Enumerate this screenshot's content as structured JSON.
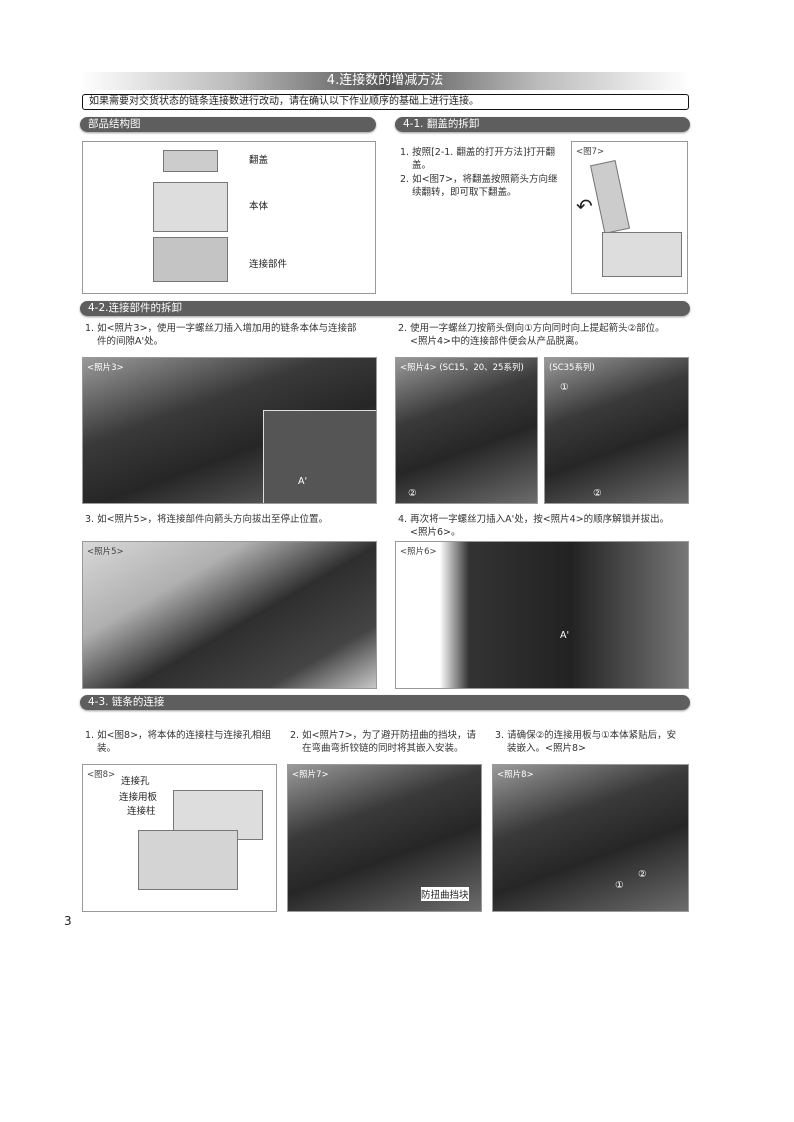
{
  "title": "4.连接数的增减方法",
  "intro": "如果需要对交货状态的链条连接数进行改动，请在确认以下作业顺序的基础上进行连接。",
  "parts": {
    "header": "部品结构图",
    "labels": [
      "翻盖",
      "本体",
      "连接部件"
    ]
  },
  "s41": {
    "header": "4-1. 翻盖的拆卸",
    "steps": [
      {
        "a": "1. 按照[2-1. 翻盖的打开方法]打开翻",
        "b": "盖。"
      },
      {
        "a": "2. 如<图7>，将翻盖按照箭头方向继",
        "b": "续翻转，即可取下翻盖。"
      }
    ],
    "fig_caption": "<图7>"
  },
  "s42": {
    "header": "4-2.连接部件的拆卸",
    "steps": [
      {
        "a": "1. 如<照片3>，使用一字螺丝刀插入增加用的链条本体与连接部",
        "b": "件的间隙A'处。"
      },
      {
        "a": "2. 使用一字螺丝刀按箭头倒向①方向同时向上提起箭头②部位。",
        "b": "<照片4>中的连接部件便会从产品脱离。"
      },
      {
        "a": "3. 如<照片5>，将连接部件向箭头方向拔出至停止位置。",
        "b": ""
      },
      {
        "a": "4. 再次将一字螺丝刀插入A'处，按<照片4>的顺序解锁并拔出。",
        "b": "<照片6>。"
      }
    ],
    "photo3": "<照片3>",
    "photo4": "<照片4> (SC15、20、25系列)",
    "photo4b": "(SC35系列)",
    "photo5": "<照片5>",
    "photo6": "<照片6>",
    "mark_a": "A'",
    "mark_1": "①",
    "mark_2": "②"
  },
  "s43": {
    "header": "4-3. 链条的连接",
    "steps": [
      {
        "a": "1. 如<图8>，将本体的连接柱与连接孔相组",
        "b": "装。"
      },
      {
        "a": "2. 如<照片7>，为了避开防扭曲的挡块，请",
        "b": "在弯曲弯折铰链的同时将其嵌入安装。"
      },
      {
        "a": "3. 请确保②的连接用板与①本体紧贴后，安",
        "b": "装嵌入。<照片8>"
      }
    ],
    "fig8": "<图8>",
    "fig8_labels": [
      "连接孔",
      "连接用板",
      "连接柱"
    ],
    "photo7": "<照片7>",
    "photo7_label": "防扭曲挡块",
    "photo8": "<照片8>"
  },
  "page_number": "3"
}
